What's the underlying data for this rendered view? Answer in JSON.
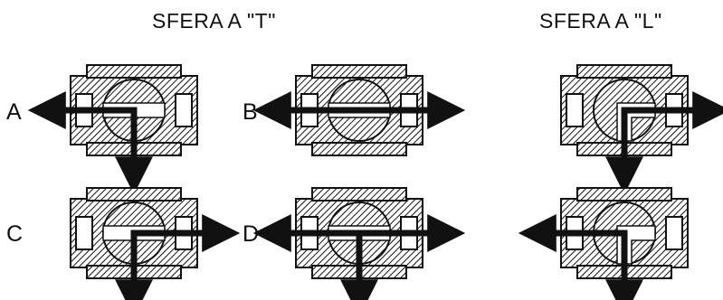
{
  "titles": {
    "t_ball": "SFERA A \"T\"",
    "l_ball": "SFERA A \"L\""
  },
  "labels": {
    "a": "A",
    "b": "B",
    "c": "C",
    "d": "D"
  },
  "diagrams": [
    {
      "id": "valve-a",
      "ball": "T",
      "flow": [
        "left",
        "down"
      ]
    },
    {
      "id": "valve-b",
      "ball": "T",
      "flow": [
        "left",
        "right"
      ]
    },
    {
      "id": "valve-c",
      "ball": "T",
      "flow": [
        "right",
        "down"
      ]
    },
    {
      "id": "valve-d",
      "ball": "T",
      "flow": [
        "left",
        "right",
        "down"
      ]
    },
    {
      "id": "valve-l-top",
      "ball": "L",
      "flow": [
        "right",
        "down"
      ]
    },
    {
      "id": "valve-l-bottom",
      "ball": "L",
      "flow": [
        "left",
        "down"
      ]
    }
  ],
  "colors": {
    "ink": "#111111",
    "paper": "#ffffff"
  }
}
